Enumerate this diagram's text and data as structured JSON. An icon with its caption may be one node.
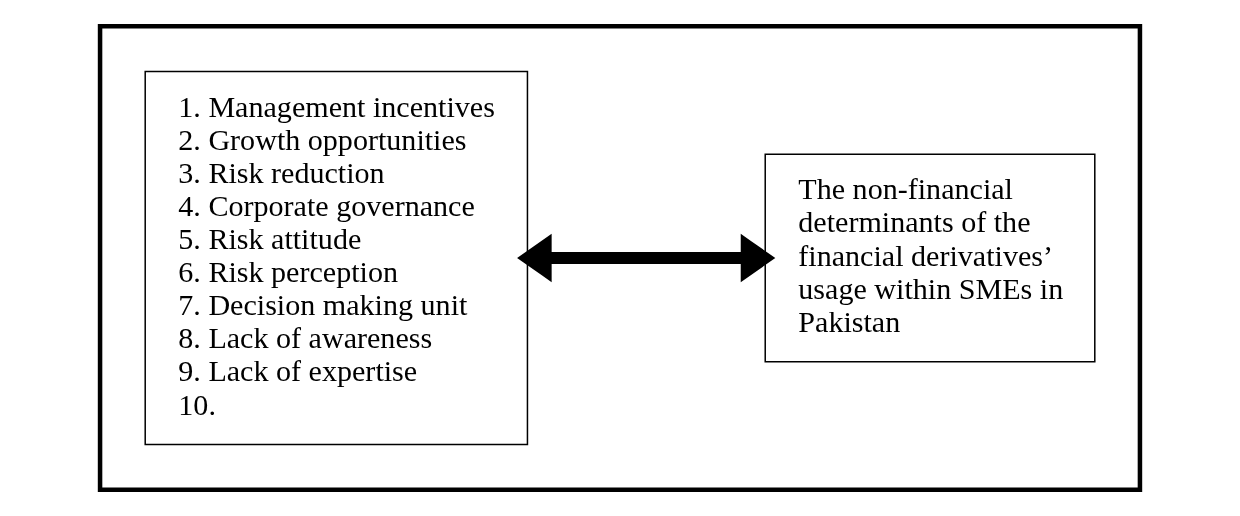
{
  "diagram": {
    "nodes": [
      {
        "text": [],
        "shape": "box"
      },
      {
        "text": [
          "1. Management incentives",
          "2. Growth opportunities",
          "3. Risk reduction",
          "4. Corporate governance",
          "5. Risk attitude",
          "6. Risk perception",
          "7. Decision making unit",
          "8. Lack of awareness",
          "9. Lack of expertise",
          "10."
        ],
        "in": 0
      },
      {
        "text": [
          "The non-financial determinants of the financial derivatives’ usage within SMEs in Pakistan"
        ],
        "in": 0
      }
    ],
    "edges": [
      {
        "from": 1,
        "to": 2,
        "arrow": "both"
      }
    ]
  }
}
